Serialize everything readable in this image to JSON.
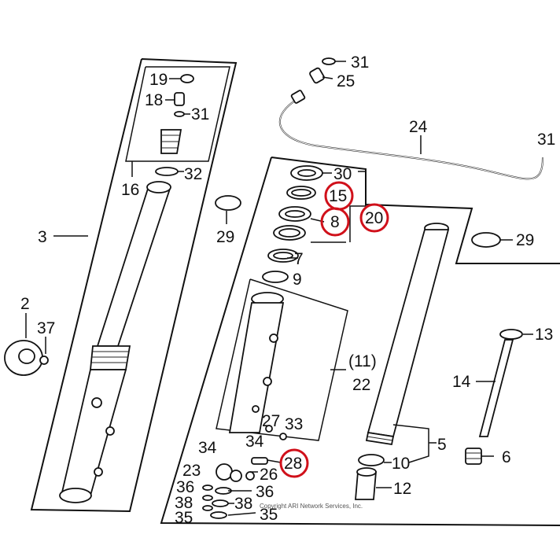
{
  "diagram": {
    "callouts": {
      "p31a": "31",
      "p25": "25",
      "p24": "24",
      "p31b": "31",
      "p19": "19",
      "p18": "18",
      "p31c": "31",
      "p32": "32",
      "p16": "16",
      "p3": "3",
      "p2": "2",
      "p37": "37",
      "p30": "30",
      "p15": "15",
      "p8": "8",
      "p20": "20",
      "p7": "7",
      "p9": "9",
      "p29a": "29",
      "p29b": "29",
      "p13": "13",
      "p14": "14",
      "p6": "6",
      "p11": "(11)",
      "p22": "22",
      "p5": "5",
      "p10": "10",
      "p12": "12",
      "p27": "27",
      "p33": "33",
      "p34a": "34",
      "p34b": "34",
      "p28": "28",
      "p23": "23",
      "p26": "26",
      "p36a": "36",
      "p36b": "36",
      "p38a": "38",
      "p38b": "38",
      "p35a": "35",
      "p35b": "35"
    },
    "highlighted_parts": [
      "15",
      "8",
      "20",
      "28"
    ],
    "highlight_color": "#d0101a",
    "copyright_text": "Copyright ARI Network Services, Inc."
  }
}
